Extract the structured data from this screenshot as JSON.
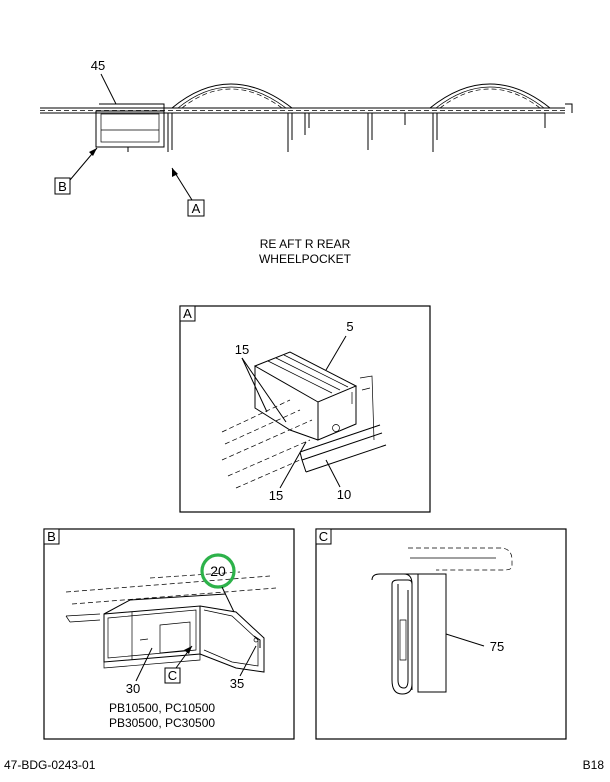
{
  "overview": {
    "part_45": "45",
    "callout_b": "B",
    "callout_a": "A",
    "caption_line1": "RE AFT R REAR",
    "caption_line2": "WHEELPOCKET"
  },
  "panel_a": {
    "tag": "A",
    "part_5": "5",
    "part_15_top": "15",
    "part_15_bottom": "15",
    "part_10": "10"
  },
  "panel_b": {
    "tag": "B",
    "part_20": "20",
    "part_30": "30",
    "callout_c": "C",
    "part_35": "35",
    "models_line1": "PB10500, PC10500",
    "models_line2": "PB30500, PC30500",
    "highlight_color": "#2db24a"
  },
  "panel_c": {
    "tag": "C",
    "part_75": "75"
  },
  "footer": {
    "doc_number": "47-BDG-0243-01",
    "page_code": "B18"
  }
}
